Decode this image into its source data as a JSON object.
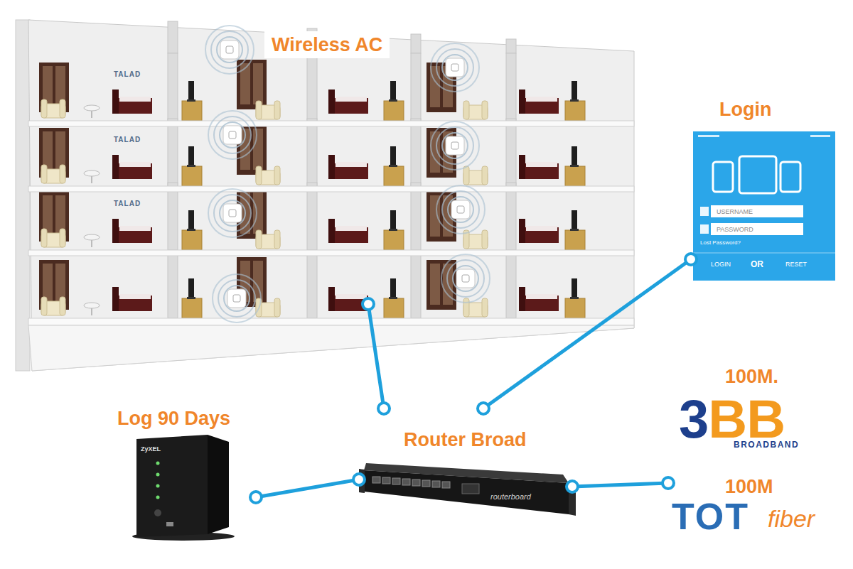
{
  "diagram": {
    "nodes": [
      {
        "text": [
          "Wireless AC"
        ]
      },
      {
        "text": [
          "Login"
        ]
      },
      {
        "text": [
          "Router Broad"
        ]
      },
      {
        "text": [
          "Log 90 Days"
        ]
      },
      {
        "text": [
          "100M.",
          "3BB",
          "BROADBAND"
        ]
      },
      {
        "text": [
          "100M",
          "TOT",
          "fiber"
        ]
      }
    ],
    "edges": [
      {
        "from": 2,
        "to": 0,
        "arrow": "none"
      },
      {
        "from": 2,
        "to": 1,
        "arrow": "none"
      },
      {
        "from": 2,
        "to": 3,
        "arrow": "none"
      },
      {
        "from": 2,
        "to": 5,
        "arrow": "none"
      }
    ],
    "labels": [
      "TALAD",
      "TALAD",
      "TALAD",
      "USERNAME",
      "PASSWORD",
      "Lost Password?",
      "LOGIN",
      "OR",
      "RESET",
      "ZyXEL",
      "routerboard"
    ]
  }
}
